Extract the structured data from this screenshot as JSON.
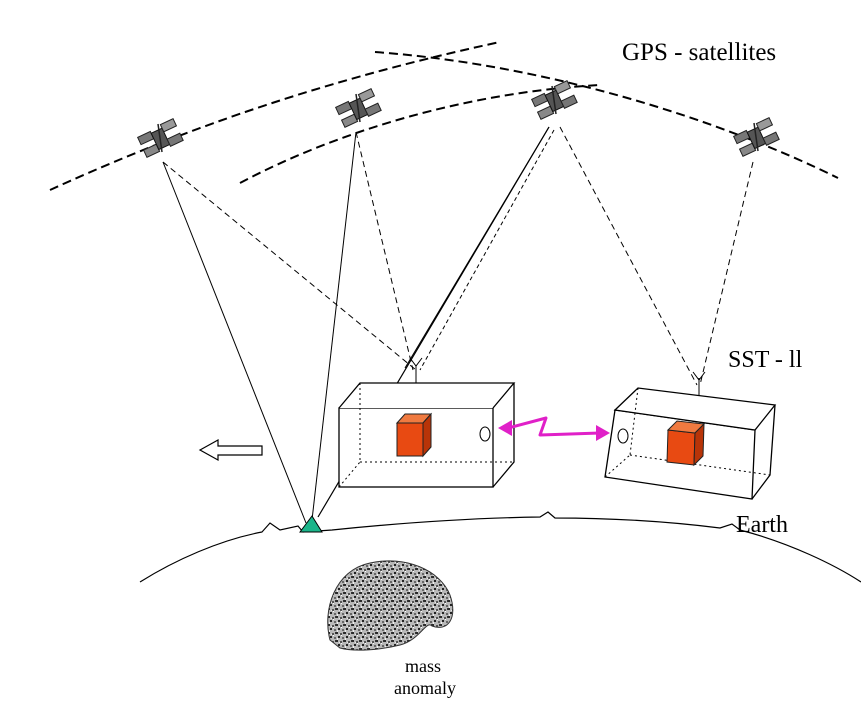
{
  "labels": {
    "gps": "GPS - satellites",
    "sst": "SST - ll",
    "earth": "Earth",
    "mass_line1": "mass",
    "mass_line2": "anomaly"
  },
  "colors": {
    "link": "#e020c8",
    "mass_cube": "#e84a12",
    "ground_station": "#1bb58a",
    "anomaly": "#8a8a8a"
  },
  "icons": {
    "satellite": "satellite-icon",
    "ground_station": "ground-station-icon",
    "direction_arrow": "direction-arrow-icon"
  }
}
